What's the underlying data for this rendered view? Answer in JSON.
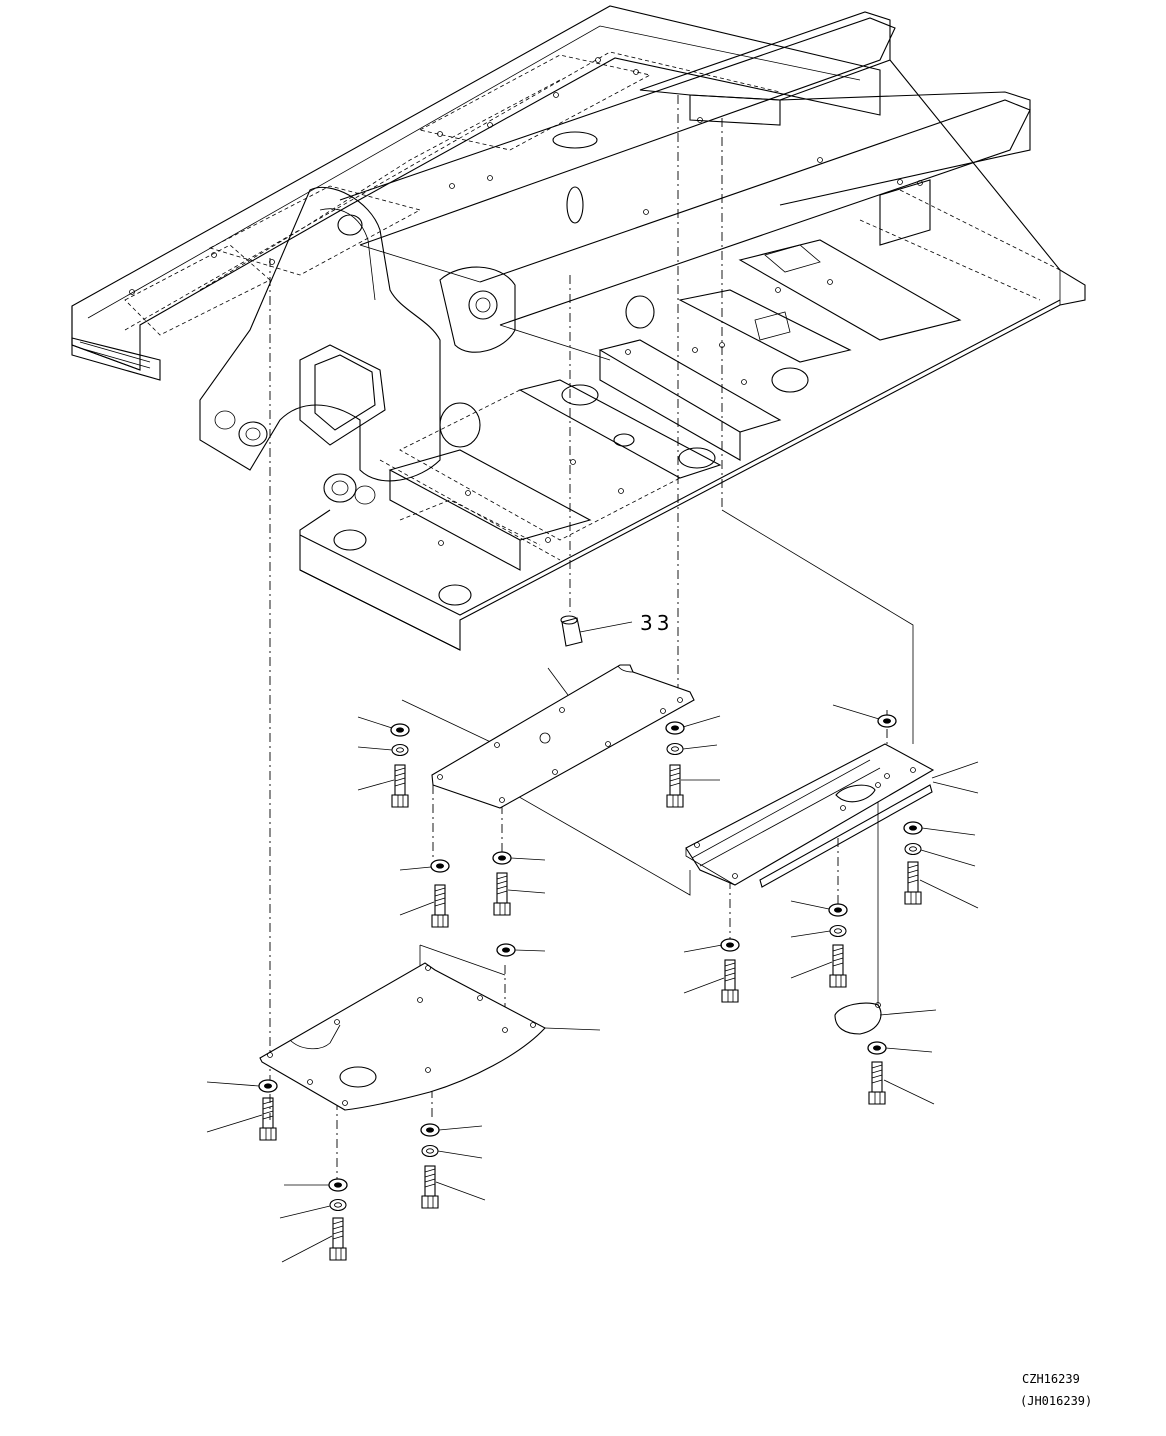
{
  "part_number_label": "33",
  "drawing_code": "CZH16239",
  "drawing_code_alt": "(JH016239)",
  "colors": {
    "line": "#000000",
    "background": "#ffffff"
  }
}
